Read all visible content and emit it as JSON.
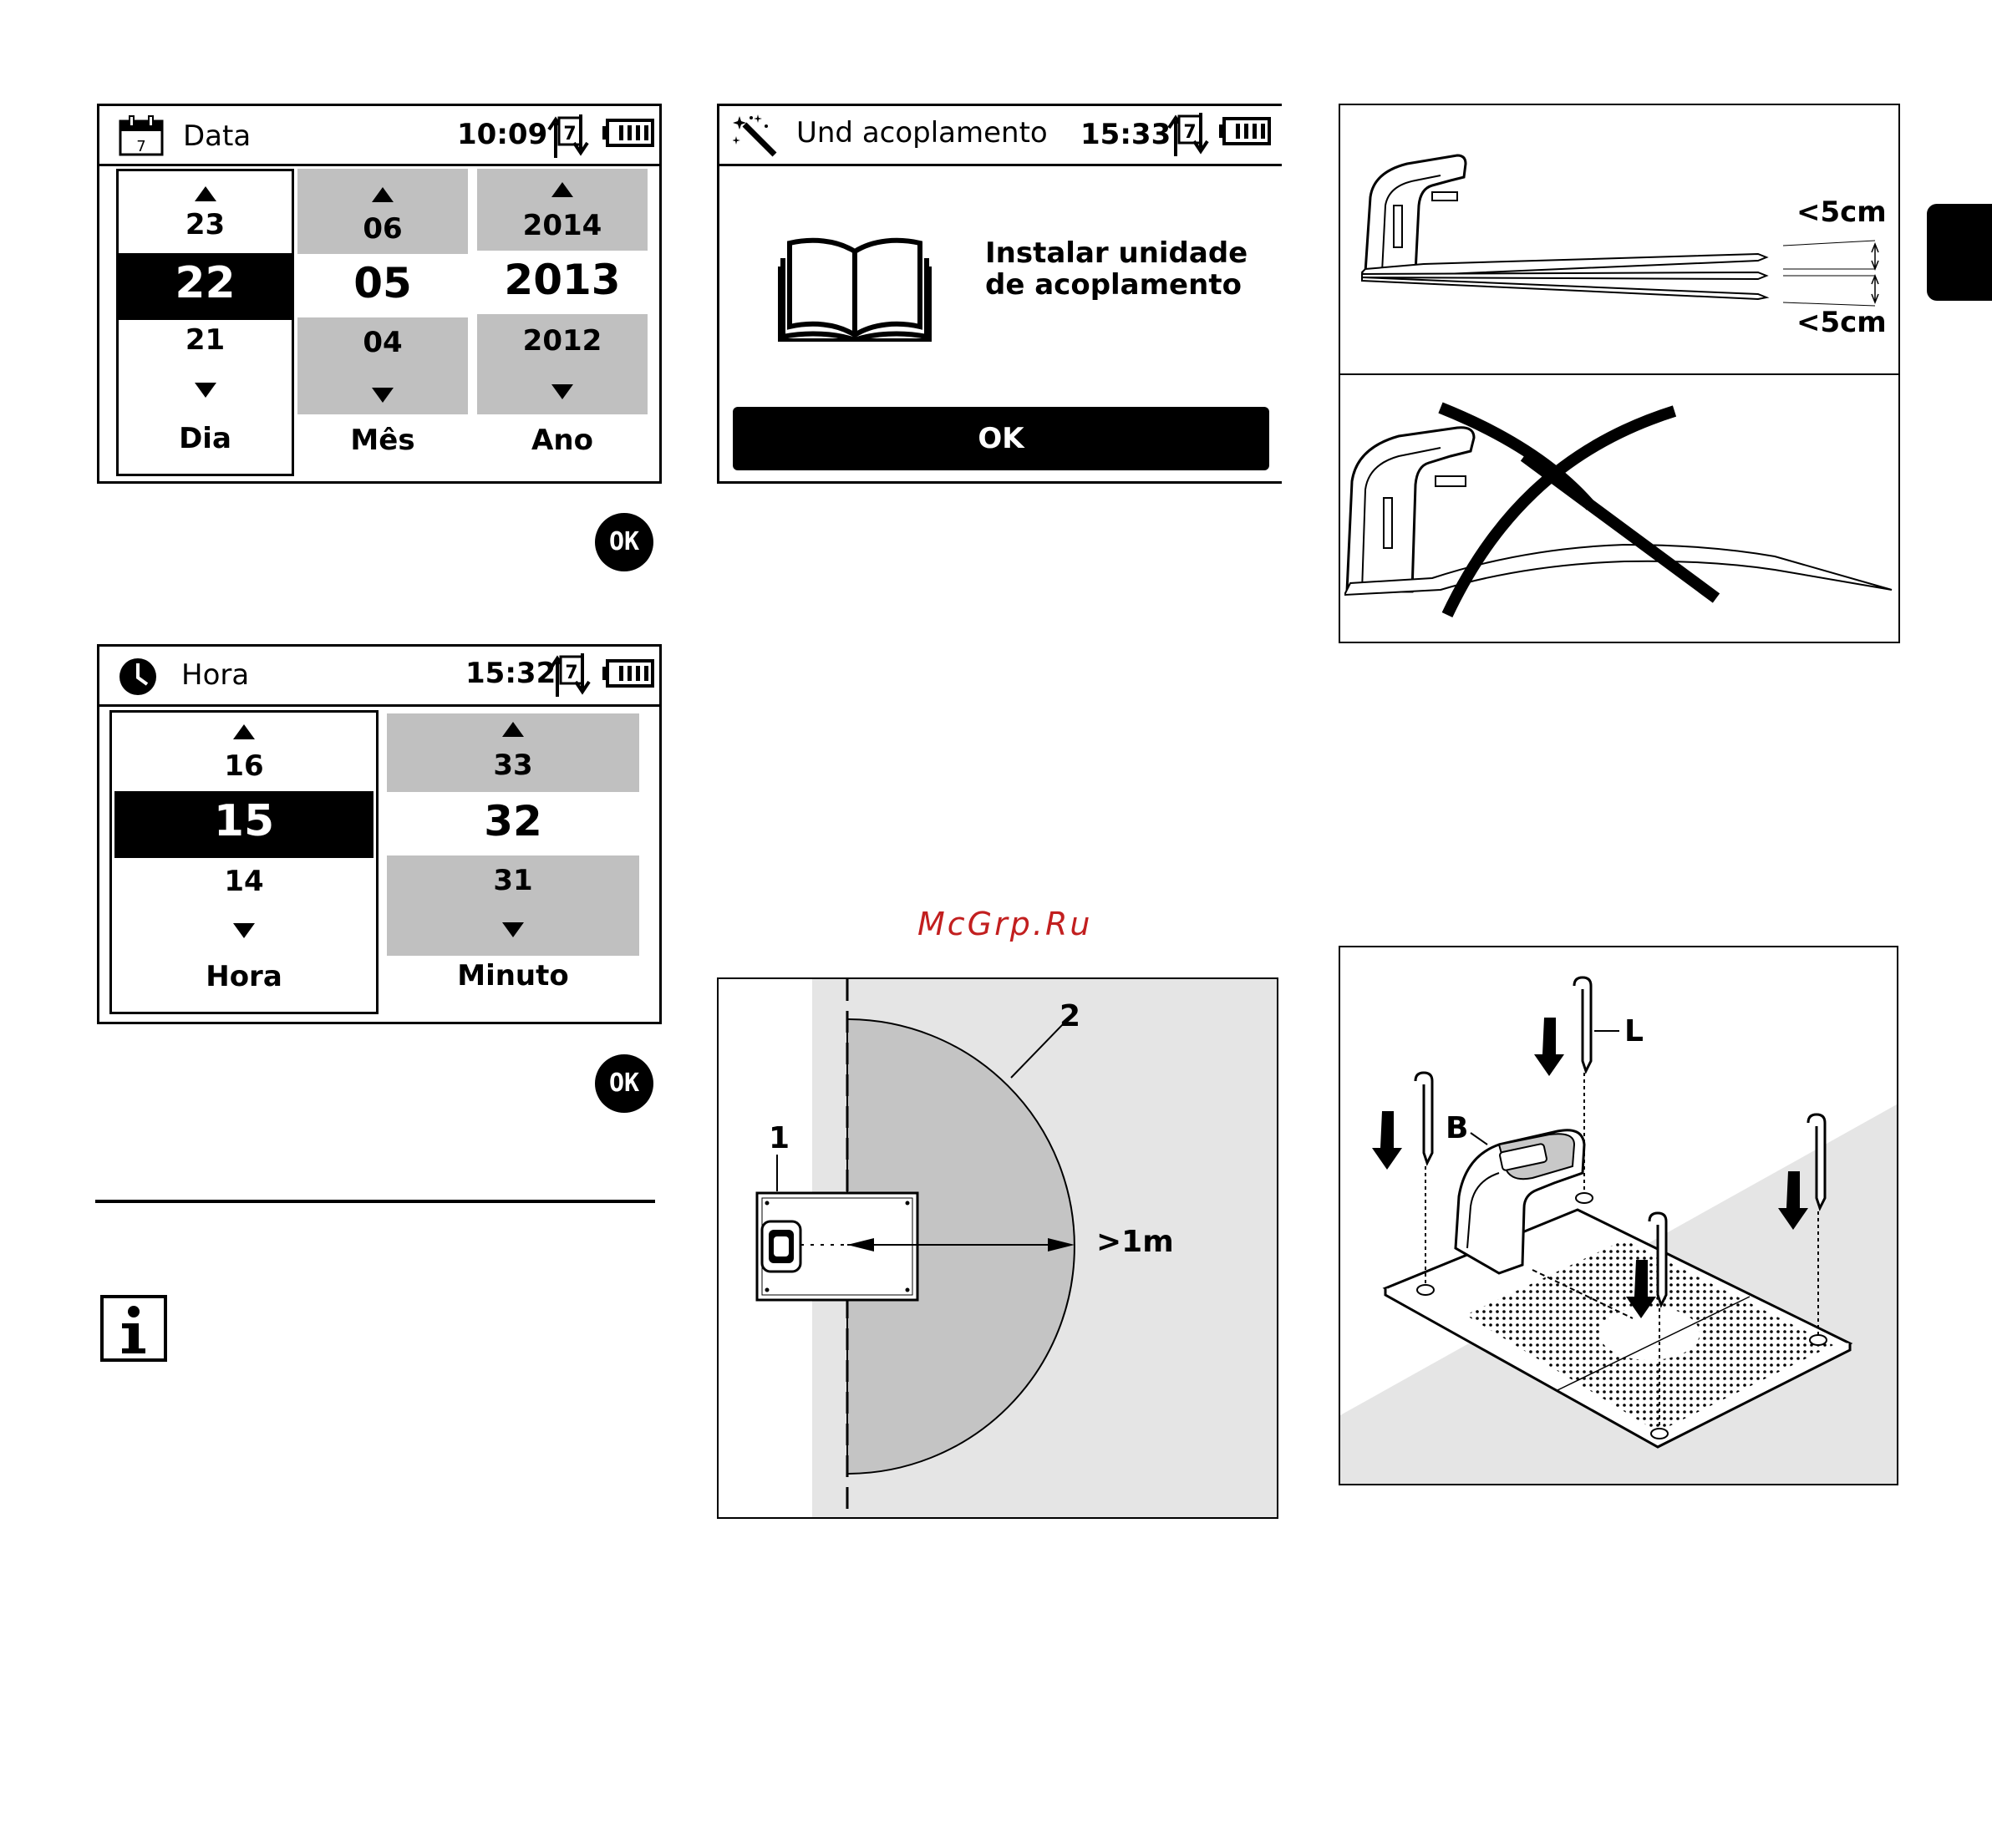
{
  "date_screen": {
    "title": "Data",
    "time": "10:09",
    "day": {
      "prev": "23",
      "current": "22",
      "next": "21",
      "label": "Dia"
    },
    "month": {
      "prev": "06",
      "current": "05",
      "next": "04",
      "label": "Mês"
    },
    "year": {
      "prev": "2014",
      "current": "2013",
      "next": "2012",
      "label": "Ano"
    },
    "calendar_number": "7"
  },
  "ok_key_1": "OK",
  "hour_screen": {
    "title": "Hora",
    "time": "15:32",
    "hour": {
      "prev": "16",
      "current": "15",
      "next": "14",
      "label": "Hora"
    },
    "minute": {
      "prev": "33",
      "current": "32",
      "next": "31",
      "label": "Minuto"
    }
  },
  "ok_key_2": "OK",
  "dock_screen": {
    "title": "Und acoplamento",
    "time": "15:33",
    "message_line1": "Instalar unidade",
    "message_line2": "de acoplamento",
    "ok_button": "OK"
  },
  "watermark": "McGrp.Ru",
  "slope_figure": {
    "label_top": "<5cm",
    "label_bottom": "<5cm"
  },
  "clearance_figure": {
    "callout_1": "1",
    "callout_2": "2",
    "distance": ">1m"
  },
  "anchoring_figure": {
    "label_b": "B",
    "label_l": "L"
  },
  "colors": {
    "screen_gray": "#c0c0c0",
    "figure_bg": "#e5e5e5",
    "radius_fill": "#c4c4c4"
  }
}
